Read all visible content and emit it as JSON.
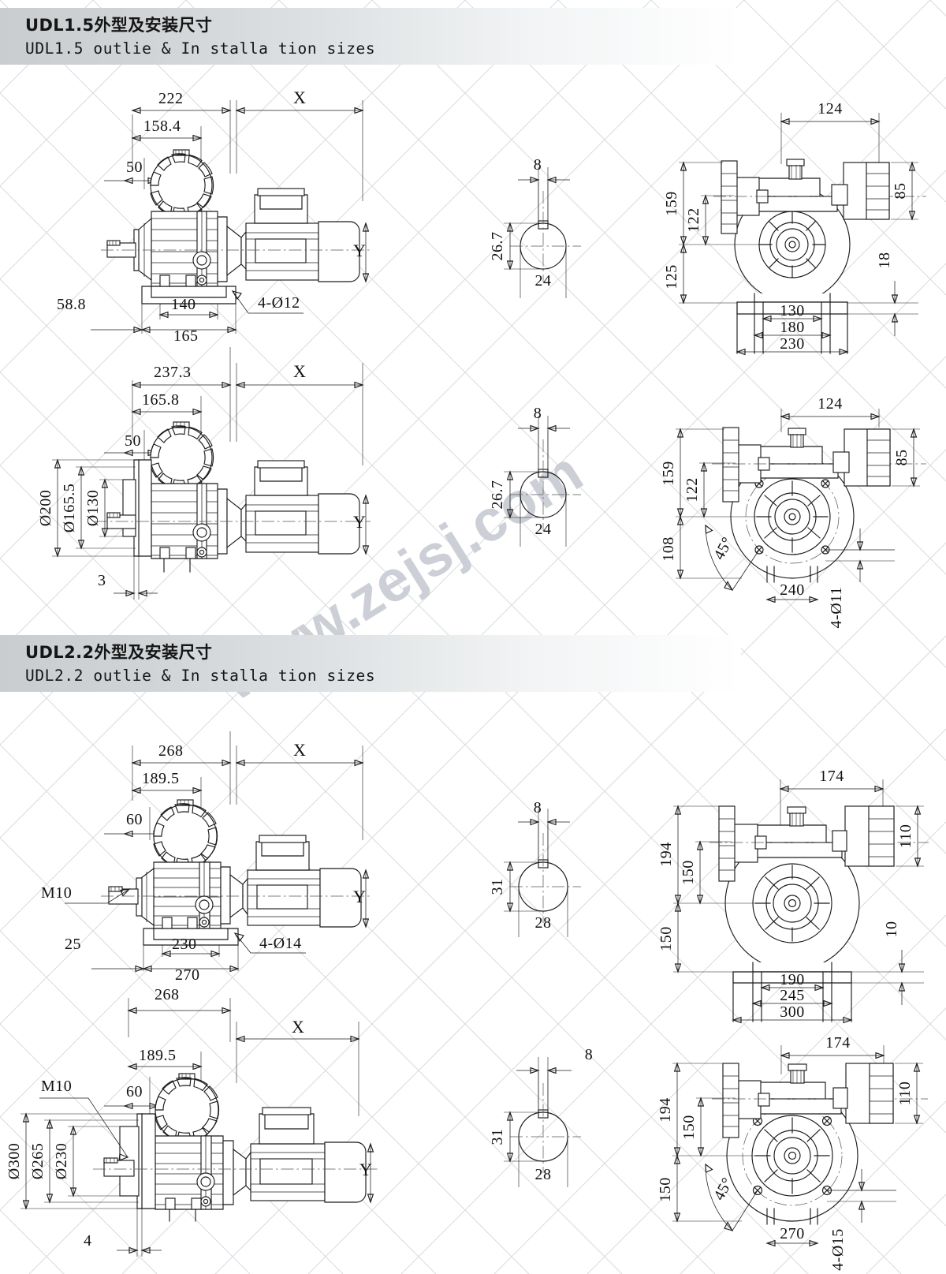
{
  "page": {
    "watermark": "www.zejsj.com",
    "background_pattern": "diagonal-crosshatch",
    "accent": "#1b1b1b",
    "band_color": "#c9cdd0"
  },
  "sections": [
    {
      "id": "udl15",
      "title_cn": "UDL1.5外型及安装尺寸",
      "title_en": "UDL1.5 outlie & In stalla tion sizes"
    },
    {
      "id": "udl22",
      "title_cn": "UDL2.2外型及安装尺寸",
      "title_en": "UDL2.2 outlie & In stalla tion sizes"
    }
  ],
  "drawings": {
    "udl15_foot_side": {
      "name": "UDL1.5 foot-mounted side view",
      "dims": {
        "overall": "222",
        "to_center": "158.4",
        "shaft_len": "50",
        "motor_len": "X",
        "height_mark": "Y",
        "foot_offset": "58.8",
        "foot_hole_span": "140",
        "foot_width": "165",
        "hole_note": "4-Ø12"
      }
    },
    "udl15_shaft": {
      "name": "UDL1.5 output shaft section",
      "dims": {
        "key_width": "8",
        "key_height": "26.7",
        "shaft_dia": "24"
      }
    },
    "udl15_foot_front": {
      "name": "UDL1.5 foot-mounted front view",
      "dims": {
        "top_width": "124",
        "height_top": "159",
        "height_mid": "122",
        "height_low": "125",
        "box_height": "85",
        "foot_thk": "18",
        "foot_inner": "130",
        "foot_bolt": "180",
        "foot_outer": "230"
      }
    },
    "udl15_flange_side": {
      "name": "UDL1.5 flange-mounted side view",
      "dims": {
        "overall": "237.3",
        "to_center": "165.8",
        "shaft_len": "50",
        "motor_len": "X",
        "height_mark": "Y",
        "flange_od": "Ø200",
        "flange_pcd": "Ø165.5",
        "flange_spigot": "Ø130",
        "flange_thk": "3"
      }
    },
    "udl15_flange_shaft": {
      "name": "UDL1.5 flange output shaft section",
      "dims": {
        "key_width": "8",
        "key_height": "26.7",
        "shaft_dia": "24"
      }
    },
    "udl15_flange_front": {
      "name": "UDL1.5 flange-mounted front view",
      "dims": {
        "top_width": "124",
        "height_top": "159",
        "height_mid": "122",
        "height_low": "108",
        "box_height": "85",
        "bolt_pcd": "240",
        "angle": "45°",
        "hole_note": "4-Ø11"
      }
    },
    "udl22_foot_side": {
      "name": "UDL2.2 foot-mounted side view",
      "dims": {
        "overall": "268",
        "to_center": "189.5",
        "shaft_len": "60",
        "motor_len": "X",
        "height_mark": "Y",
        "thread_note": "M10",
        "foot_offset": "25",
        "foot_hole_span": "230",
        "foot_width": "270",
        "hole_note": "4-Ø14"
      }
    },
    "udl22_shaft": {
      "name": "UDL2.2 output shaft section",
      "dims": {
        "key_width": "8",
        "key_height": "31",
        "shaft_dia": "28"
      }
    },
    "udl22_foot_front": {
      "name": "UDL2.2 foot-mounted front view",
      "dims": {
        "top_width": "174",
        "height_top": "194",
        "height_mid": "150",
        "height_low": "150",
        "box_height": "110",
        "foot_thk": "10",
        "foot_inner": "190",
        "foot_bolt": "245",
        "foot_outer": "300"
      }
    },
    "udl22_flange_side": {
      "name": "UDL2.2 flange-mounted side view",
      "dims": {
        "overall": "268",
        "to_center": "189.5",
        "shaft_len": "60",
        "motor_len": "X",
        "height_mark": "Y",
        "thread_note": "M10",
        "flange_od": "Ø300",
        "flange_pcd": "Ø265",
        "flange_spigot": "Ø230",
        "flange_thk": "4"
      }
    },
    "udl22_flange_shaft": {
      "name": "UDL2.2 flange output shaft section",
      "dims": {
        "key_width": "8",
        "key_height": "31",
        "shaft_dia": "28"
      }
    },
    "udl22_flange_front": {
      "name": "UDL2.2 flange-mounted front view",
      "dims": {
        "top_width": "174",
        "height_top": "194",
        "height_mid": "150",
        "height_low": "150",
        "box_height": "110",
        "bolt_pcd": "270",
        "angle": "45°",
        "hole_note": "4-Ø15"
      }
    }
  }
}
